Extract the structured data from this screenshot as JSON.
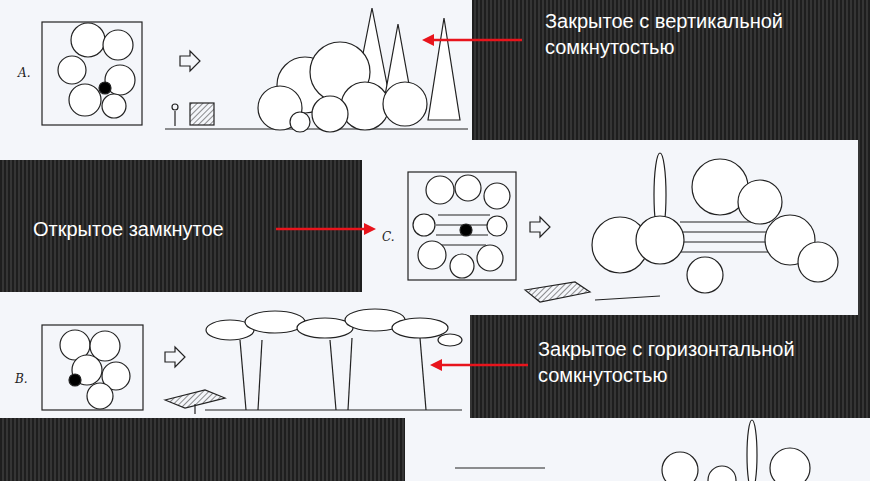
{
  "diagram": {
    "labels": [
      "A.",
      "Закрытое с вертикальной сомкнутостью",
      "Открытое замкнутое",
      "C.",
      "B.",
      "Закрытое с горизонтальной сомкнутостью"
    ]
  }
}
